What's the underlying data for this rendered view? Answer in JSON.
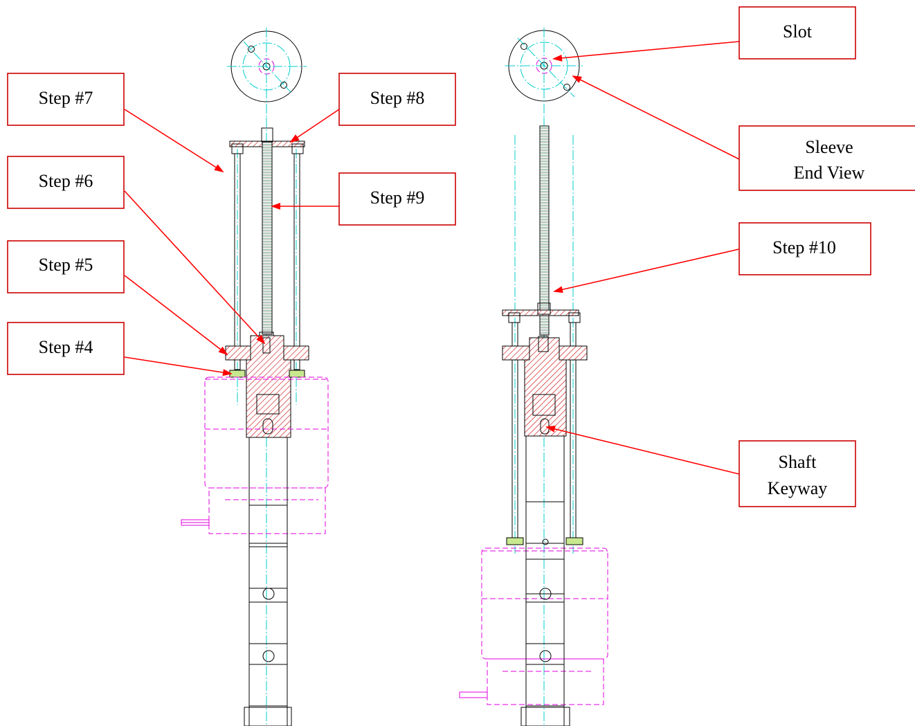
{
  "callouts": {
    "step7": "Step #7",
    "step6": "Step #6",
    "step5": "Step #5",
    "step4": "Step #4",
    "step8": "Step #8",
    "step9": "Step #9",
    "slot": "Slot",
    "sleeve_line1": "Sleeve",
    "sleeve_line2": "End View",
    "step10": "Step #10",
    "shaft_line1": "Shaft",
    "shaft_line2": "Keyway"
  },
  "colors": {
    "callout_border": "#cc0000",
    "leader_arrow": "#ff0000",
    "centerline": "#00cccc",
    "hidden_part": "#e000e0",
    "section_hatch": "#cc0000",
    "threaded_rod": "#2e8b57"
  }
}
